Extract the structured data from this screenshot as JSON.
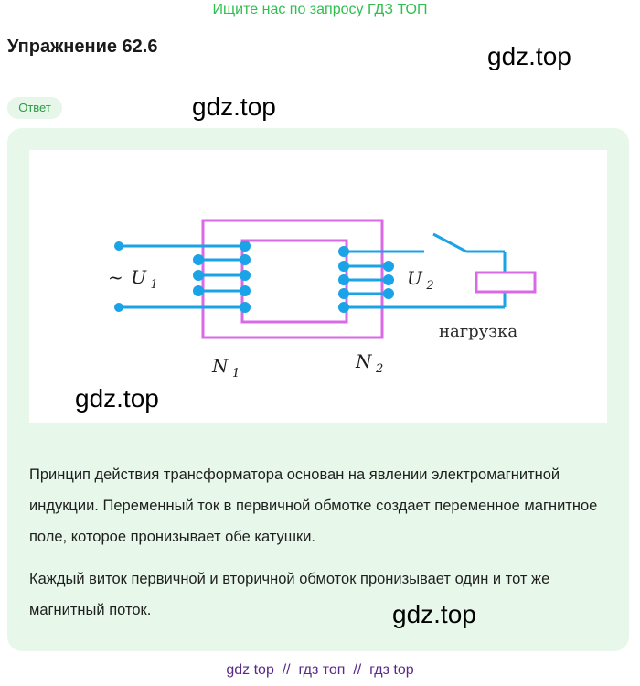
{
  "banner": "Ищите нас по запросу ГДЗ ТОП",
  "exercise_title": "Упражнение 62.6",
  "answer_badge": "Ответ",
  "watermark": "gdz.top",
  "figure": {
    "input_voltage_prefix": "~",
    "input_voltage_symbol": "U",
    "input_voltage_sub": "1",
    "output_voltage_symbol": "U",
    "output_voltage_sub": "2",
    "primary_turns_symbol": "N",
    "primary_turns_sub": "1",
    "secondary_turns_symbol": "N",
    "secondary_turns_sub": "2",
    "load_label": "нагрузка",
    "colors": {
      "wire": "#1aa3e6",
      "core": "#d86ae6"
    }
  },
  "paragraphs": [
    "Принцип действия трансформатора основан на явлении электромагнитной индукции. Переменный ток в первичной обмотке создает переменное магнитное поле, которое пронизывает обе катушки.",
    "Каждый виток первичной и вторичной обмоток пронизывает один и тот же магнитный поток."
  ],
  "footer": {
    "part1": "gdz top",
    "sep1": "//",
    "part2": "гдз топ",
    "sep2": "//",
    "part3": "гдз top"
  }
}
